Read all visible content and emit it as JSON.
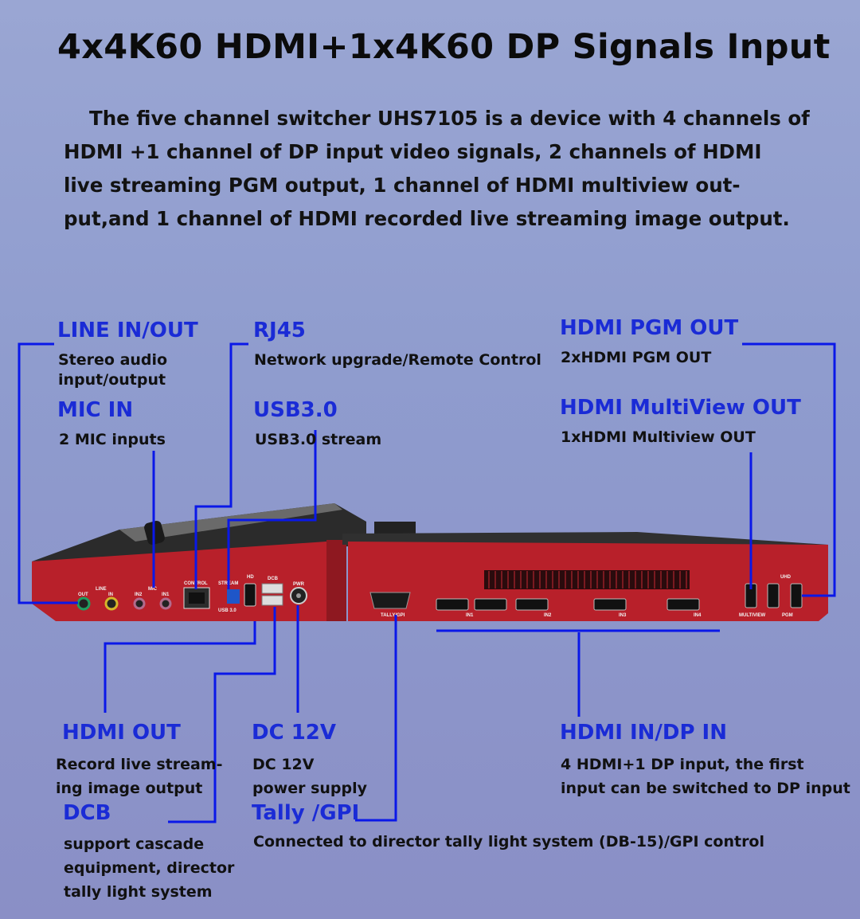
{
  "title": "4x4K60 HDMI+1x4K60 DP Signals Input",
  "intro": {
    "line1": "The five channel switcher UHS7105 is a device with 4 channels of",
    "line2": "HDMI +1 channel of DP input video signals,  2 channels of HDMI",
    "line3": "live streaming PGM output, 1 channel of  HDMI multiview out-",
    "line4": "put,and 1 channel of HDMI recorded live streaming image output."
  },
  "callouts": {
    "line_io": {
      "heading": "LINE IN/OUT",
      "desc": [
        "Stereo audio",
        "input/output"
      ]
    },
    "mic_in": {
      "heading": "MIC IN",
      "desc": [
        "2 MIC inputs"
      ]
    },
    "rj45": {
      "heading": "RJ45",
      "desc": [
        "Network upgrade/Remote Control"
      ]
    },
    "usb30": {
      "heading": "USB3.0",
      "desc": [
        "USB3.0  stream"
      ]
    },
    "hdmi_pgm_out": {
      "heading": "HDMI  PGM OUT",
      "desc": [
        "2xHDMI  PGM OUT"
      ]
    },
    "hdmi_multiview_out": {
      "heading": "HDMI MultiView  OUT",
      "desc": [
        "1xHDMI Multiview OUT"
      ]
    },
    "hdmi_out": {
      "heading": "HDMI OUT",
      "desc": [
        "Record live stream-",
        "ing image output"
      ]
    },
    "dc12v": {
      "heading": "DC 12V",
      "desc": [
        "DC 12V",
        "power supply"
      ]
    },
    "hdmi_in_dp_in": {
      "heading": "HDMI IN/DP IN",
      "desc": [
        "4 HDMI+1 DP input, the first",
        "input can be switched to DP input"
      ]
    },
    "dcb": {
      "heading": "DCB",
      "desc": [
        "support cascade",
        "equipment, director",
        " tally light system"
      ]
    },
    "tally_gpi": {
      "heading": "Tally /GPI",
      "desc": [
        "Connected to director tally light system (DB-15)/GPI control"
      ]
    }
  },
  "panel_labels": {
    "line": "LINE",
    "out": "OUT",
    "in": "IN",
    "mic": "MIC",
    "in2": "IN2",
    "in1": "IN1",
    "control": "CONTROL",
    "stream": "STREAM",
    "usb": "USB 3.0",
    "hd": "HD",
    "dcb": "DCB",
    "pwr": "PWR",
    "tally": "TALLY/GPI",
    "in1b": "IN1",
    "in2b": "IN2",
    "in3": "IN3",
    "in4": "IN4",
    "multiview": "MULTIVIEW",
    "pgm": "PGM",
    "uhd": "UHD"
  },
  "colors": {
    "heading": "#1a2bd6",
    "leader": "#0a18e8",
    "device_red": "#b8202a",
    "device_top": "#2a2a2a"
  }
}
